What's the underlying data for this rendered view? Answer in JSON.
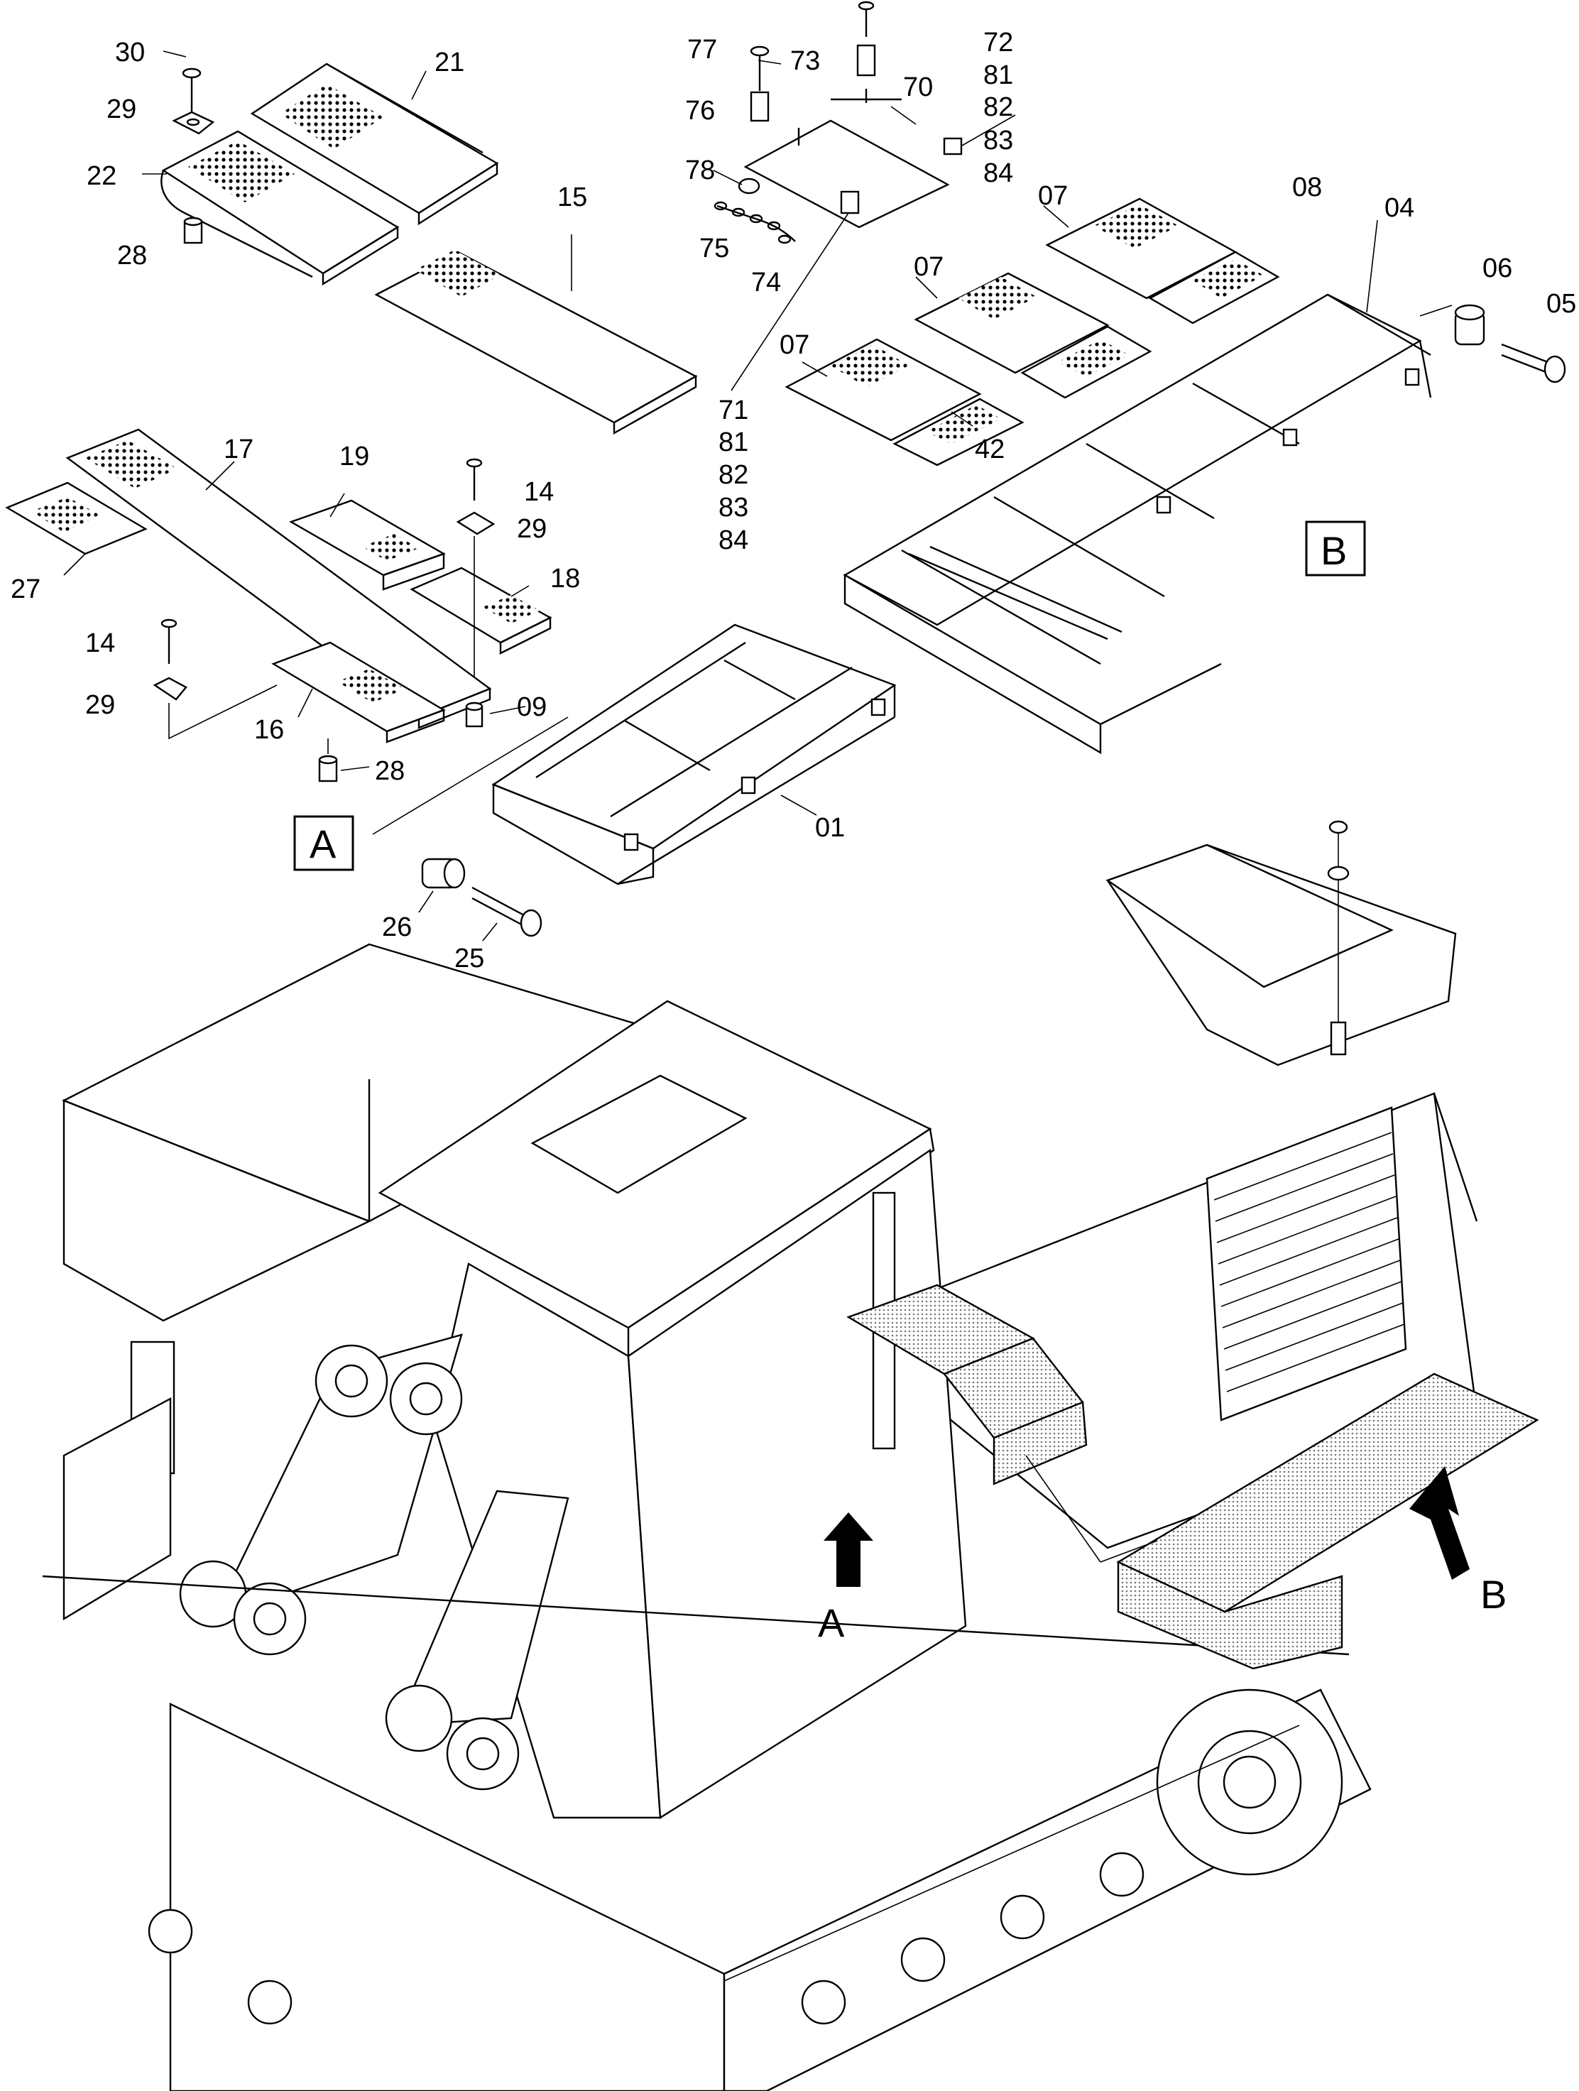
{
  "diagram": {
    "part_labels": [
      "30",
      "21",
      "29",
      "22",
      "28",
      "15",
      "77",
      "73",
      "72",
      "81",
      "82",
      "83",
      "84",
      "70",
      "76",
      "78",
      "75",
      "74",
      "71",
      "81",
      "82",
      "83",
      "84",
      "07",
      "08",
      "04",
      "06",
      "05",
      "07",
      "07",
      "42",
      "17",
      "19",
      "14",
      "29",
      "18",
      "27",
      "14",
      "29",
      "16",
      "09",
      "28",
      "26",
      "25",
      "01"
    ],
    "callouts": {
      "view_a_box": "A",
      "view_b_box": "B",
      "arrow_a": "A",
      "arrow_b": "B"
    }
  }
}
